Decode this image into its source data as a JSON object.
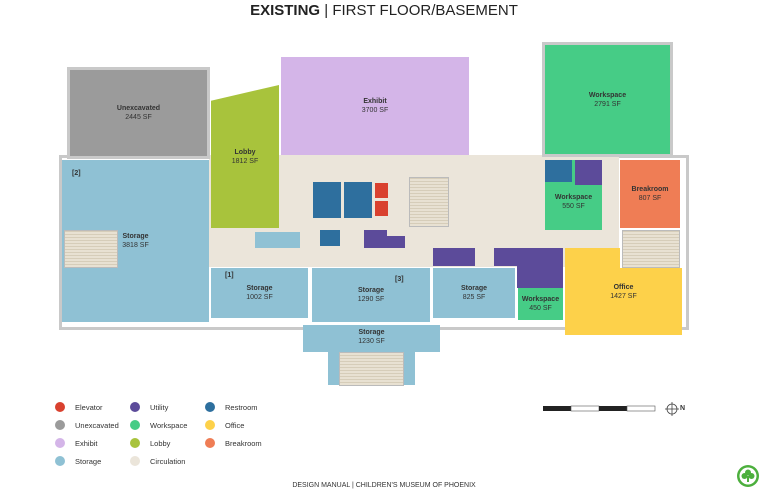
{
  "title": {
    "bold": "EXISTING",
    "rest": "| FIRST FLOOR/BASEMENT"
  },
  "rooms": {
    "unexcavated": {
      "name": "Unexcavated",
      "area": "2445 SF"
    },
    "lobby": {
      "name": "Lobby",
      "area": "1812 SF"
    },
    "exhibit": {
      "name": "Exhibit",
      "area": "3700 SF"
    },
    "workspace_top": {
      "name": "Workspace",
      "area": "2791 SF"
    },
    "storage_west": {
      "name": "Storage",
      "area": "3818 SF"
    },
    "workspace_550": {
      "name": "Workspace",
      "area": "550 SF"
    },
    "breakroom": {
      "name": "Breakroom",
      "area": "807 SF"
    },
    "storage_1002": {
      "name": "Storage",
      "area": "1002 SF"
    },
    "storage_1290": {
      "name": "Storage",
      "area": "1290 SF"
    },
    "storage_825": {
      "name": "Storage",
      "area": "825 SF"
    },
    "workspace_450": {
      "name": "Workspace",
      "area": "450 SF"
    },
    "office": {
      "name": "Office",
      "area": "1427 SF"
    },
    "storage_1230": {
      "name": "Storage",
      "area": "1230 SF"
    }
  },
  "tags": {
    "t1": "[1]",
    "t2": "[2]",
    "t3": "[3]"
  },
  "legend": [
    {
      "label": "Elevator",
      "color": "#d9412f"
    },
    {
      "label": "Utility",
      "color": "#5c4b9a"
    },
    {
      "label": "Restroom",
      "color": "#2e6f9e"
    },
    {
      "label": "Unexcavated",
      "color": "#9b9b9b"
    },
    {
      "label": "Workspace",
      "color": "#46cc86"
    },
    {
      "label": "Office",
      "color": "#fdd14a"
    },
    {
      "label": "Exhibit",
      "color": "#d4b5e8"
    },
    {
      "label": "Lobby",
      "color": "#a8c33c"
    },
    {
      "label": "Breakroom",
      "color": "#ef7d55"
    },
    {
      "label": "Storage",
      "color": "#8fc1d4"
    },
    {
      "label": "Circulation",
      "color": "#ebe5da"
    }
  ],
  "north_label": "N",
  "footer": "DESIGN MANUAL | CHILDREN'S MUSEUM OF PHOENIX",
  "logo": "children's museum of phoenix clover logo"
}
